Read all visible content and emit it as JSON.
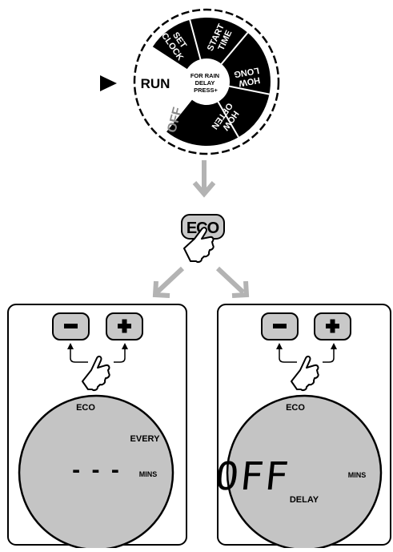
{
  "dial": {
    "pointer_icon": "triangle-right-icon",
    "segments": {
      "set_clock": [
        "SET",
        "CLOCK"
      ],
      "start_time": [
        "START",
        "TIME"
      ],
      "how_long": [
        "HOW",
        "LONG"
      ],
      "how_often": [
        "HOW",
        "OFTEN"
      ],
      "off": "OFF",
      "run": "RUN"
    },
    "center": [
      "FOR RAIN",
      "DELAY",
      "PRESS+"
    ]
  },
  "eco_button": {
    "label": "ECO"
  },
  "left_panel": {
    "minus_label": "−",
    "plus_label": "+",
    "display": {
      "top": "ECO",
      "every": "EVERY",
      "value": "- - -",
      "unit": "MINS"
    }
  },
  "right_panel": {
    "minus_label": "−",
    "plus_label": "+",
    "display": {
      "top": "ECO",
      "value": "OFF",
      "unit": "MINS",
      "bottom": "DELAY"
    }
  },
  "colors": {
    "ink": "#000000",
    "arrow": "#b3b3b3",
    "button": "#c8c8c8",
    "lcd": "#c4c4c4",
    "dial_off_text": "#8a8a8a"
  }
}
